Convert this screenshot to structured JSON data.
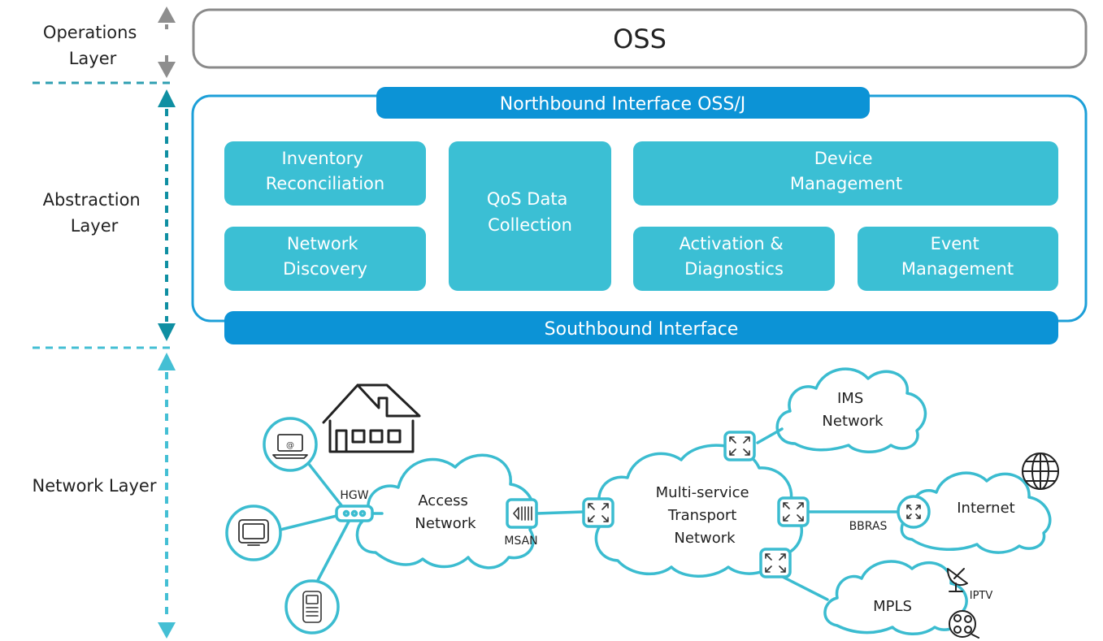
{
  "layers": {
    "operations": [
      "Operations",
      "Layer"
    ],
    "abstraction": [
      "Abstraction",
      "Layer"
    ],
    "network": "Network Layer"
  },
  "oss": {
    "label": "OSS"
  },
  "abstraction_box": {
    "northbound": "Northbound Interface OSS/J",
    "southbound": "Southbound Interface",
    "modules": {
      "inventory": [
        "Inventory",
        "Reconciliation"
      ],
      "discovery": [
        "Network",
        "Discovery"
      ],
      "qos": [
        "QoS Data",
        "Collection"
      ],
      "device": [
        "Device",
        "Management"
      ],
      "activation": [
        "Activation &",
        "Diagnostics"
      ],
      "event": [
        "Event",
        "Management"
      ]
    }
  },
  "network": {
    "hgw": "HGW",
    "msan": "MSAN",
    "bbras": "BBRAS",
    "iptv": "IPTV",
    "access": [
      "Access",
      "Network"
    ],
    "transport": [
      "Multi-service",
      "Transport",
      "Network"
    ],
    "ims": [
      "IMS",
      "Network"
    ],
    "internet": "Internet",
    "mpls": "MPLS",
    "laptop_glyph": "@"
  },
  "colors": {
    "module_fill": "#3bbfd4",
    "interface_fill": "#0c93d6",
    "outline": "#1c9fd8",
    "network_line": "#3bbcd0",
    "oss_border": "#8a8a8a",
    "arrow_gray": "#8e8e8e",
    "arrow_teal": "#0f8fa2",
    "arrow_light": "#44bfd4"
  }
}
